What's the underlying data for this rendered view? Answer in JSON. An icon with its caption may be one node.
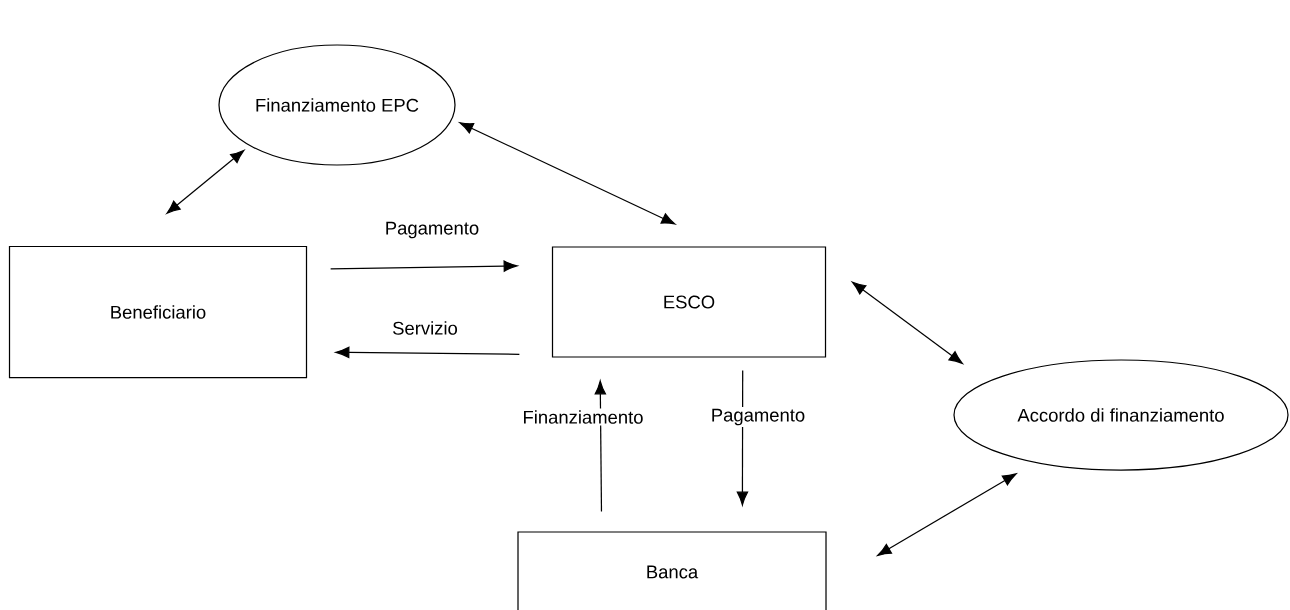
{
  "diagram": {
    "nodes": [
      {
        "text": [
          "Finanziamento EPC"
        ]
      },
      {
        "text": [
          "Beneficiario"
        ]
      },
      {
        "text": [
          "ESCO"
        ]
      },
      {
        "text": [
          "Accordo di finanziamento"
        ]
      },
      {
        "text": [
          "Banca"
        ]
      }
    ],
    "edges": [
      {
        "from": 1,
        "to": 0,
        "arrow": "both"
      },
      {
        "from": 0,
        "to": 2,
        "arrow": "both"
      },
      {
        "from": 1,
        "to": 2,
        "arrow": "to",
        "label": "Pagamento"
      },
      {
        "from": 2,
        "to": 1,
        "arrow": "to",
        "label": "Servizio"
      },
      {
        "from": 4,
        "to": 2,
        "arrow": "to",
        "label": "Finanziamento"
      },
      {
        "from": 2,
        "to": 4,
        "arrow": "to",
        "label": "Pagamento"
      },
      {
        "from": 2,
        "to": 3,
        "arrow": "both"
      },
      {
        "from": 4,
        "to": 3,
        "arrow": "both"
      }
    ]
  }
}
